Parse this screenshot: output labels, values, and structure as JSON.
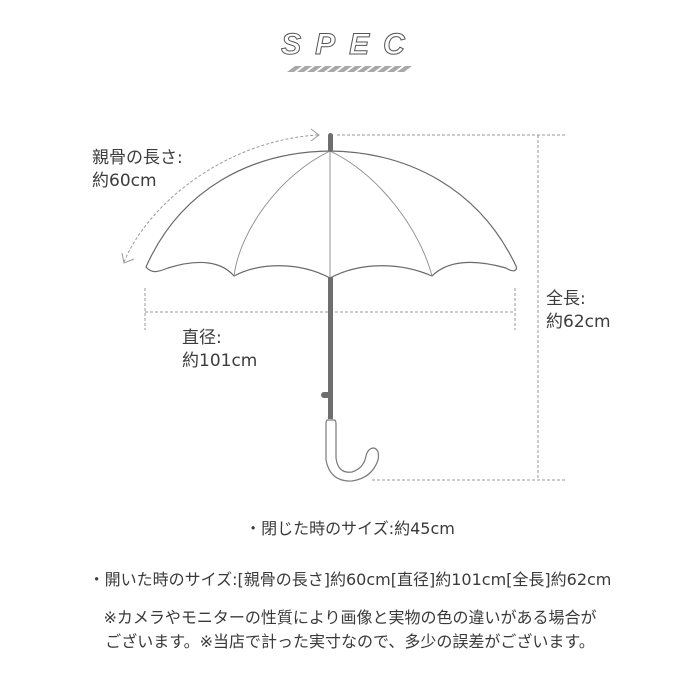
{
  "title": "SPEC",
  "labels": {
    "rib_length": {
      "name": "親骨の長さ:",
      "value": "約60cm"
    },
    "diameter": {
      "name": "直径:",
      "value": "約101cm"
    },
    "total_length": {
      "name": "全長:",
      "value": "約62cm"
    }
  },
  "specs": {
    "closed": "・閉じた時のサイズ:約45cm",
    "open": "・開いた時のサイズ:[親骨の長さ]約60cm[直径]約101cm[全長]約62cm"
  },
  "notes": [
    "※カメラやモニターの性質により画像と実物の色の違いがある場合が",
    "ございます。※当店で計った実寸なので、多少の誤差がございます。"
  ],
  "colors": {
    "line": "#666666",
    "dashed": "#9a9a9a",
    "shaft": "#6e6e6e",
    "stripe": "#a8a8a8"
  }
}
